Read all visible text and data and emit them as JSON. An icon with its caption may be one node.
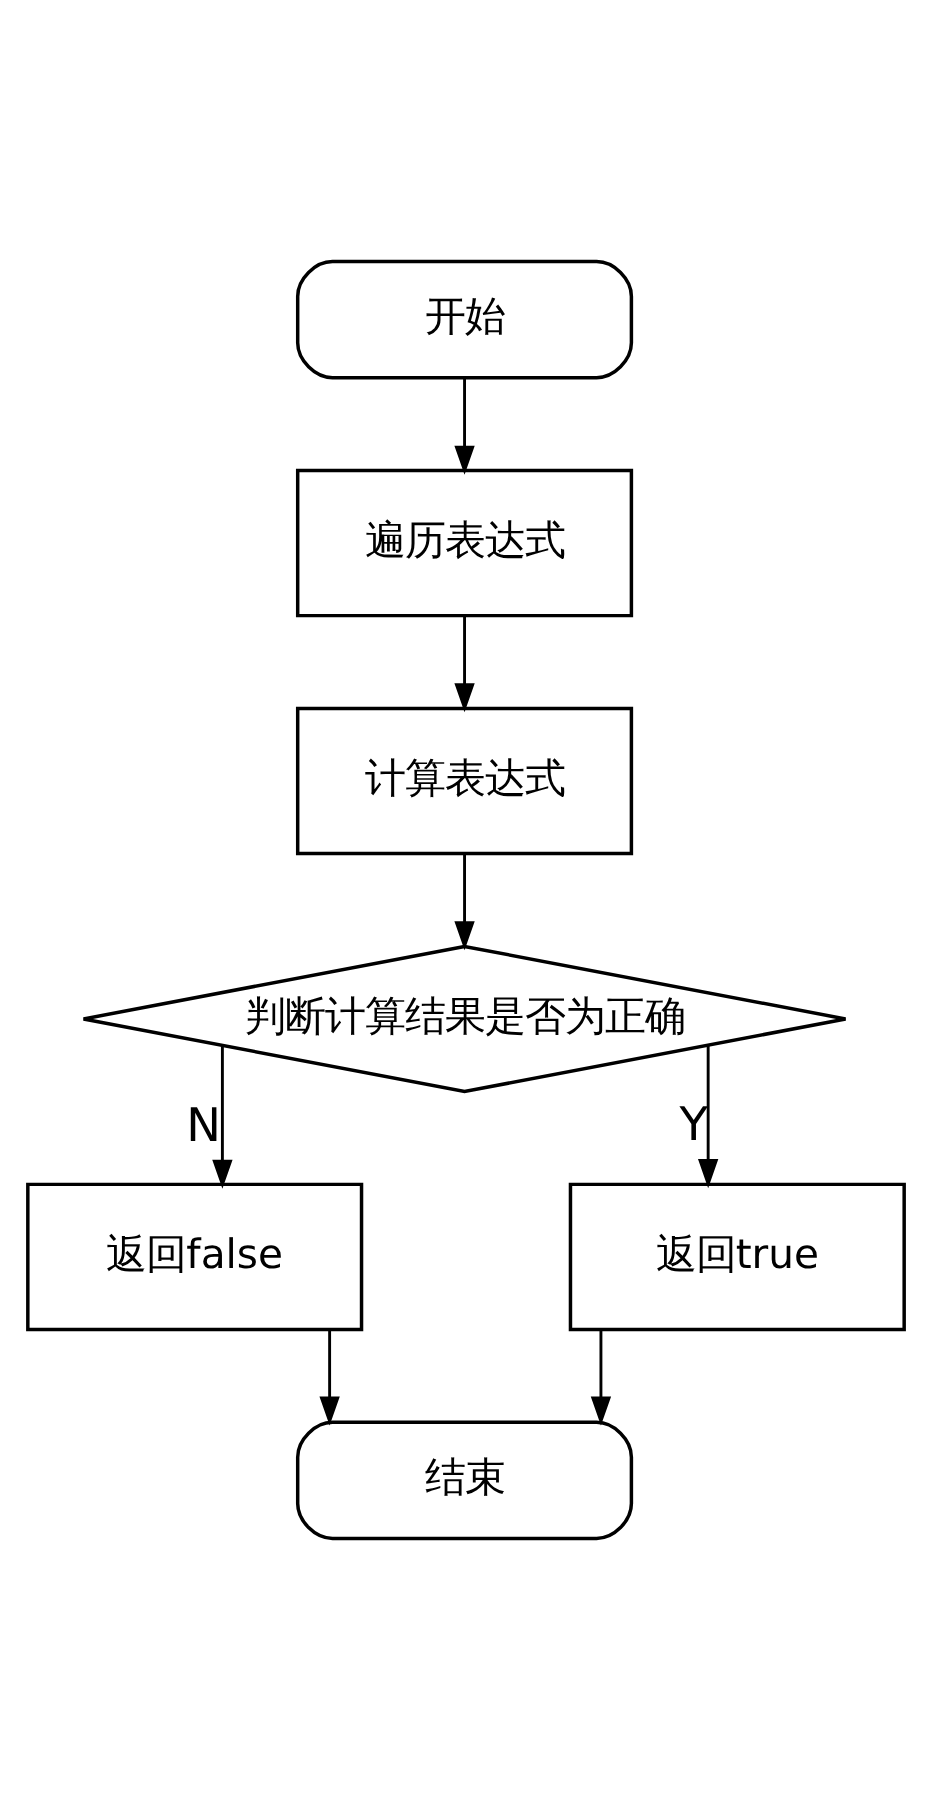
{
  "diagram": {
    "nodes": [
      {
        "text": [
          "开始"
        ]
      },
      {
        "text": [
          "遍历表达式"
        ]
      },
      {
        "text": [
          "计算表达式"
        ]
      },
      {
        "text": [
          "判断计算结果是否为正确"
        ]
      },
      {
        "text": [
          "返回false"
        ]
      },
      {
        "text": [
          "返回true"
        ]
      },
      {
        "text": [
          "结束"
        ]
      }
    ],
    "edges": [
      {
        "from": 0,
        "to": 1,
        "arrow": "to"
      },
      {
        "from": 1,
        "to": 2,
        "arrow": "to"
      },
      {
        "from": 2,
        "to": 3,
        "arrow": "to"
      },
      {
        "from": 3,
        "to": 4,
        "arrow": "to",
        "label": "N"
      },
      {
        "from": 3,
        "to": 5,
        "arrow": "to",
        "label": "Y"
      },
      {
        "from": 4,
        "to": 6,
        "arrow": "to"
      },
      {
        "from": 5,
        "to": 6,
        "arrow": "to"
      }
    ]
  }
}
